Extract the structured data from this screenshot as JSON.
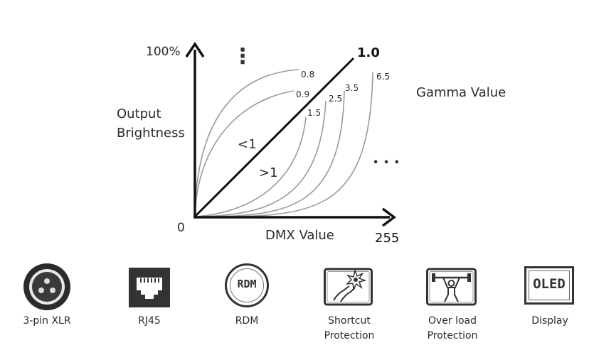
{
  "diagram": {
    "y_axis_max_label": "100%",
    "origin_label": "0",
    "x_axis_label": "DMX Value",
    "x_axis_max_label": "255",
    "y_axis_title_line1": "Output",
    "y_axis_title_line2": "Brightness",
    "legend_title": "Gamma Value",
    "linear_label": "1.0",
    "less_than_one_label": "<1",
    "greater_than_one_label": ">1",
    "vertical_ellipsis": "⋮",
    "horizontal_ellipsis": "• • •",
    "curve_labels": [
      "0.8",
      "0.9",
      "1.5",
      "2.5",
      "3.5",
      "6.5"
    ],
    "curve_color": "#9a9a9a",
    "axis_color": "#111111"
  },
  "features": [
    {
      "icon": "xlr-connector-icon",
      "label_line1": "3-pin XLR",
      "label_line2": ""
    },
    {
      "icon": "rj45-port-icon",
      "label_line1": "RJ45",
      "label_line2": ""
    },
    {
      "icon": "rdm-icon",
      "label_line1": "RDM",
      "label_line2": "",
      "icon_text": "RDM"
    },
    {
      "icon": "short-circuit-protection-icon",
      "label_line1": "Shortcut",
      "label_line2": "Protection"
    },
    {
      "icon": "overload-protection-icon",
      "label_line1": "Over load",
      "label_line2": "Protection"
    },
    {
      "icon": "oled-display-icon",
      "label_line1": "Display",
      "label_line2": "",
      "icon_text": "OLED"
    }
  ]
}
